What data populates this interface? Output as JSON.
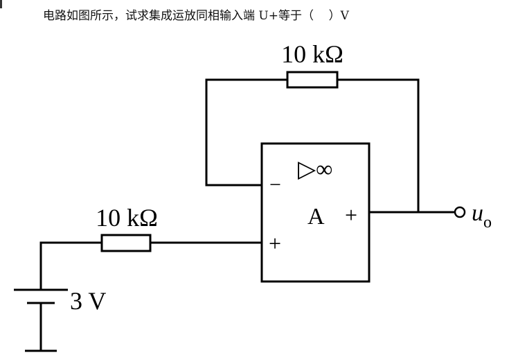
{
  "question": {
    "text": "电路如图所示，试求集成运放同相输入端 U+等于（    ）V"
  },
  "circuit": {
    "feedback_resistor_label": "10 kΩ",
    "input_resistor_label": "10 kΩ",
    "battery_label": "3 V",
    "opamp_symbol": "▷∞",
    "opamp_name": "A",
    "opamp_output_sign": "+",
    "opamp_inverting_sign": "−",
    "opamp_noninverting_sign": "+",
    "output_label_main": "u",
    "output_label_sub": "o"
  }
}
